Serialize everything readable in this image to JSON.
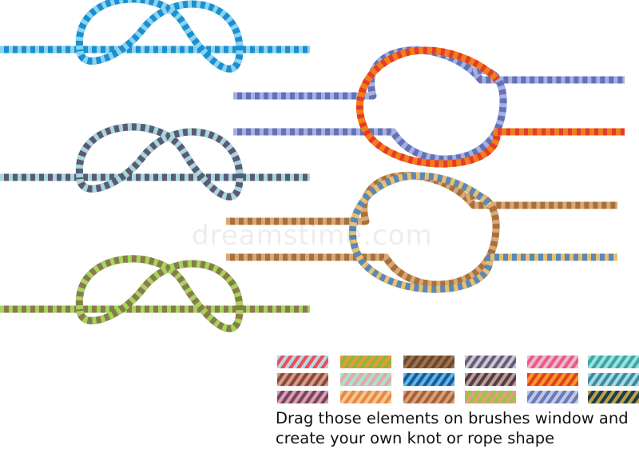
{
  "caption": {
    "line1": "Drag those elements on brushes window and",
    "line2": "create your own knot or rope shape"
  },
  "watermark": "dreamstime.com",
  "knots": [
    {
      "name": "figure-eight-knot-blue",
      "colors": [
        "#1c8fd0",
        "#8ad4f0"
      ]
    },
    {
      "name": "reef-knot-blue-orange",
      "colors": [
        "#6372b8",
        "#ef7f1a"
      ]
    },
    {
      "name": "figure-eight-knot-grey",
      "colors": [
        "#5a5a78",
        "#a8d8d8"
      ]
    },
    {
      "name": "reef-knot-brown-blue",
      "colors": [
        "#a8703a",
        "#5a88b8"
      ]
    },
    {
      "name": "figure-eight-knot-green",
      "colors": [
        "#8a7a4e",
        "#a4d65a"
      ]
    }
  ],
  "swatches": [
    [
      "#e9505a",
      "#b8d8e0"
    ],
    [
      "#8ab83a",
      "#e89a3a"
    ],
    [
      "#6a4a32",
      "#a0724a"
    ],
    [
      "#6a5a7a",
      "#c8c8d0"
    ],
    [
      "#e85a8a",
      "#f0b8c8"
    ],
    [
      "#3aa8a8",
      "#a0e0d8"
    ],
    [
      "#8a4a3a",
      "#d89a8a"
    ],
    [
      "#e8a0c0",
      "#a8e8b0"
    ],
    [
      "#1a5a9a",
      "#5ab8e8"
    ],
    [
      "#5a3a3a",
      "#b8a0a0"
    ],
    [
      "#f0a020",
      "#e83a2a"
    ],
    [
      "#3a8aa0",
      "#a8d8e0"
    ],
    [
      "#6a4a6a",
      "#e89aa8"
    ],
    [
      "#e88a3a",
      "#f0c89a"
    ],
    [
      "#a8603a",
      "#d8a07a"
    ],
    [
      "#9ac83a",
      "#e89a8a"
    ],
    [
      "#6a7ab8",
      "#c0c8e8"
    ],
    [
      "#1a3a5a",
      "#c0a040"
    ]
  ]
}
